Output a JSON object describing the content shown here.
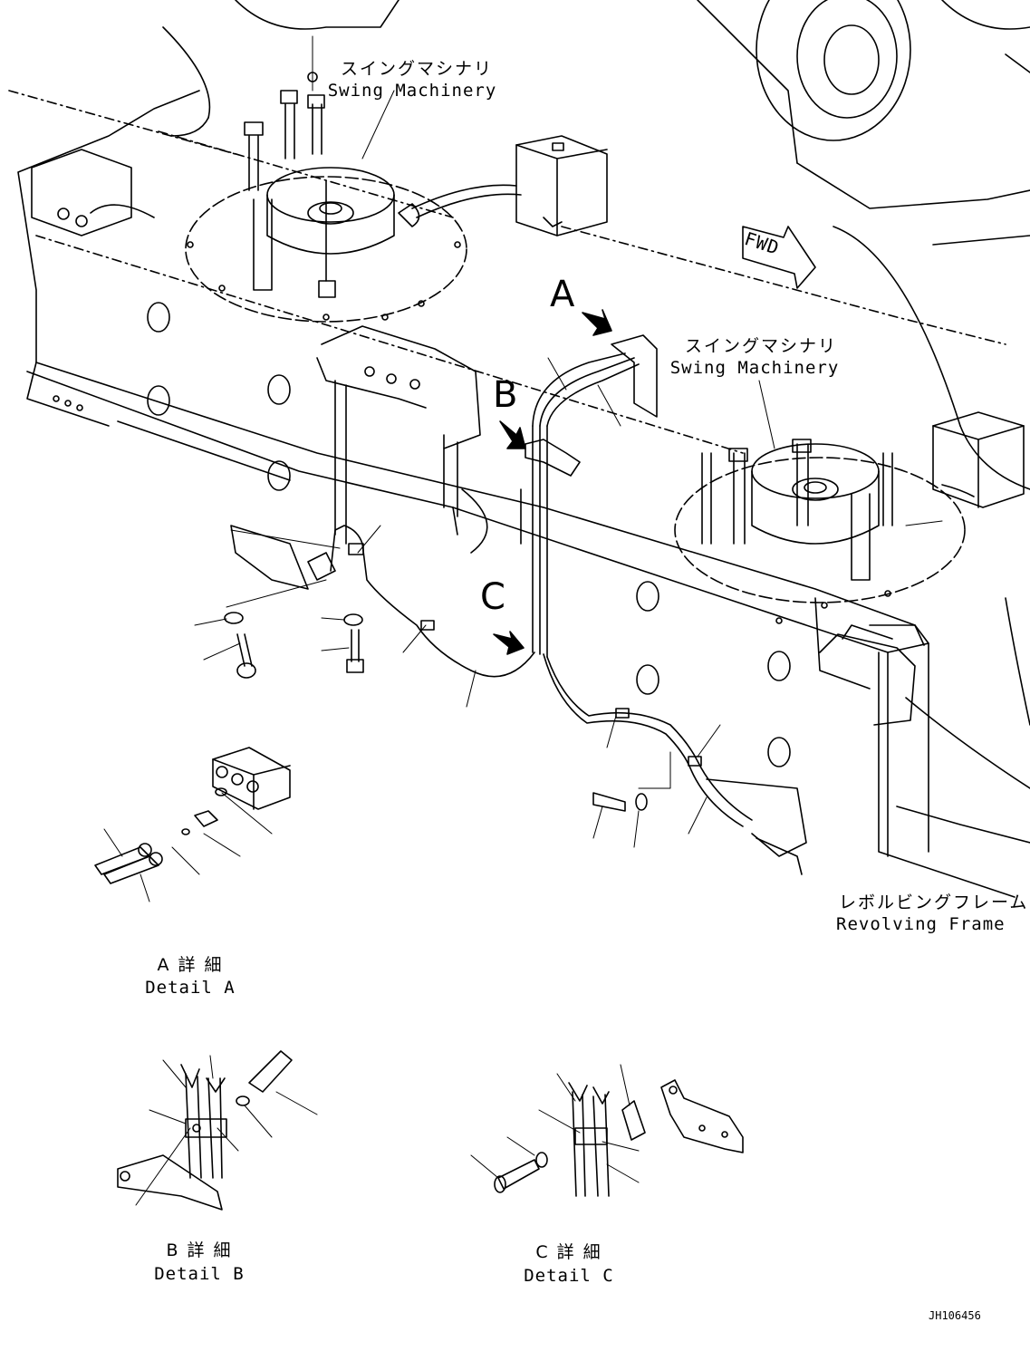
{
  "labels": {
    "swing_machinery_left": {
      "jp": "スイングマシナリ",
      "en": "Swing Machinery"
    },
    "swing_machinery_right": {
      "jp": "スイングマシナリ",
      "en": "Swing Machinery"
    },
    "revolving_frame": {
      "jp": "レボルビングフレーム",
      "en": "Revolving Frame"
    },
    "fwd": "FWD",
    "marker_a": "A",
    "marker_b": "B",
    "marker_c": "C"
  },
  "details": {
    "a": {
      "jp": "A 詳 細",
      "en": "Detail A"
    },
    "b": {
      "jp": "B 詳 細",
      "en": "Detail B"
    },
    "c": {
      "jp": "C 詳 細",
      "en": "Detail C"
    }
  },
  "document_id": "JH106456"
}
